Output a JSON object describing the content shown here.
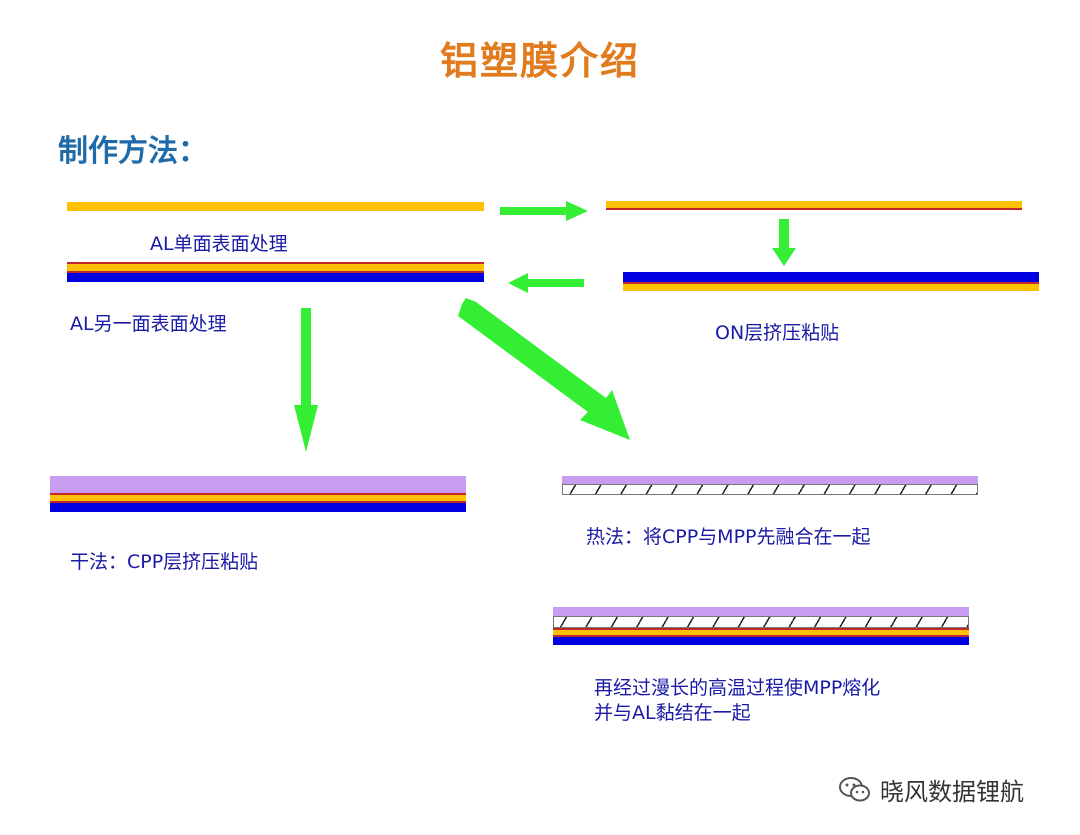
{
  "title": "铝塑膜介绍",
  "subtitle": "制作方法：",
  "labels": {
    "al_single_side": "AL单面表面处理",
    "al_other_side": "AL另一面表面处理",
    "on_lamination": "ON层挤压粘贴",
    "dry_method": "干法：CPP层挤压粘贴",
    "heat_method": "热法：将CPP与MPP先融合在一起",
    "long_heat_line1": "再经过漫长的高温过程使MPP熔化",
    "long_heat_line2": "并与AL黏结在一起"
  },
  "watermark": {
    "text": "晓风数据锂航",
    "icon": "wechat-icon"
  },
  "colors": {
    "al_layer": "#ffc000",
    "treatment": "#c0282a",
    "on_layer": "#0000e0",
    "cpp_layer": "#c89cf0",
    "arrow": "#33ee33",
    "title": "#e07b1e",
    "subtitle": "#1f6aa8",
    "text": "#1a1aa6"
  }
}
